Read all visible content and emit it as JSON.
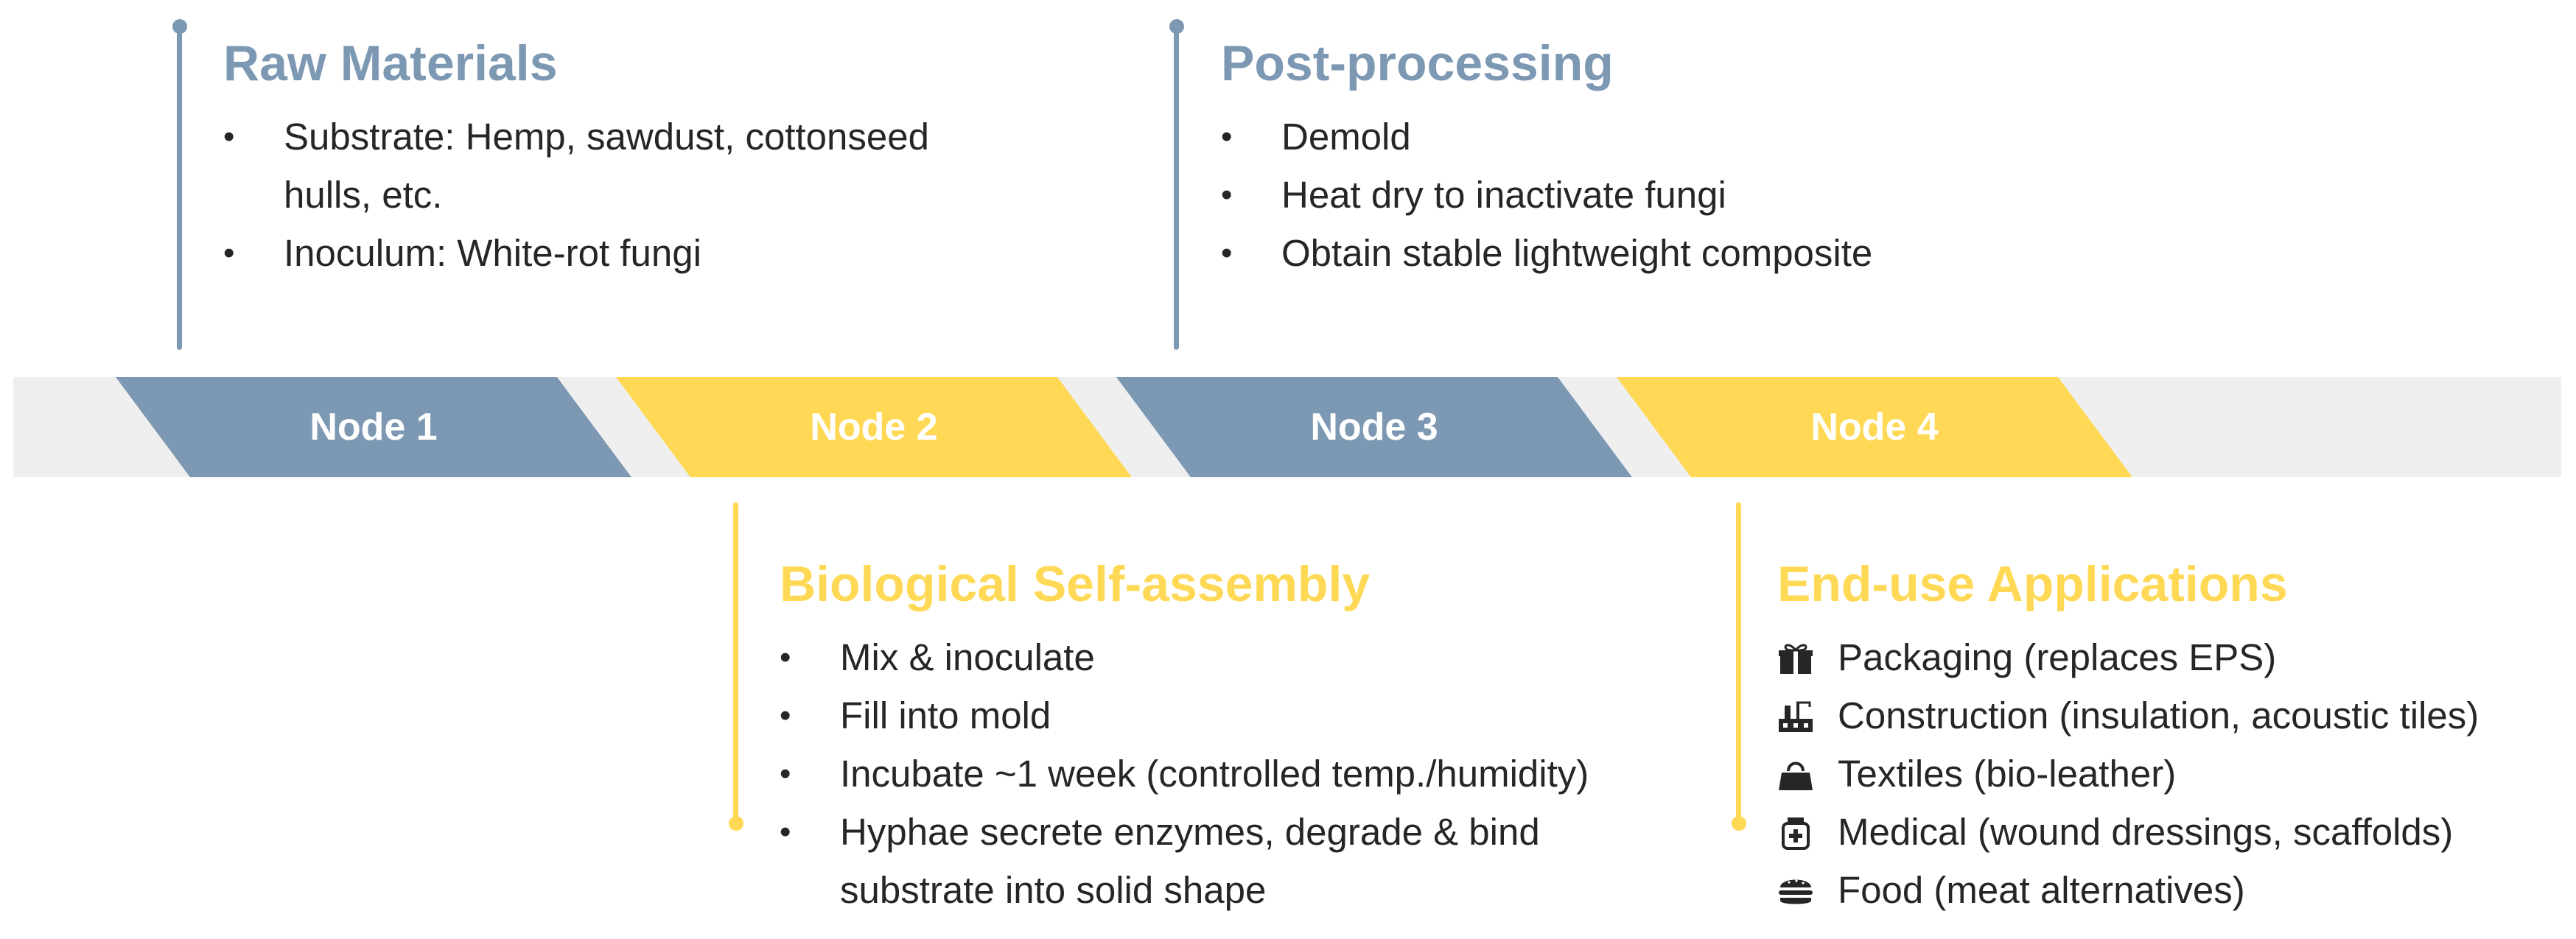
{
  "nodes": [
    {
      "label": "Node 1",
      "color": "#7d98b3"
    },
    {
      "label": "Node 2",
      "color": "#ffd955"
    },
    {
      "label": "Node 3",
      "color": "#7d98b3"
    },
    {
      "label": "Node 4",
      "color": "#ffd955"
    }
  ],
  "raw_materials": {
    "title": "Raw Materials",
    "items": [
      "Substrate: Hemp, sawdust, cottonseed hulls, etc.",
      "Inoculum: White-rot fungi"
    ]
  },
  "post_processing": {
    "title": "Post-processing",
    "items": [
      "Demold",
      "Heat dry to inactivate fungi",
      "Obtain stable lightweight composite"
    ]
  },
  "self_assembly": {
    "title": "Biological Self-assembly",
    "items": [
      "Mix & inoculate",
      "Fill into mold",
      "Incubate ~1 week (controlled temp./humidity)",
      "Hyphae secrete enzymes, degrade & bind substrate into solid shape"
    ]
  },
  "applications": {
    "title": "End-use Applications",
    "items": [
      {
        "icon": "gift-box-icon",
        "label": "Packaging (replaces EPS)"
      },
      {
        "icon": "building-icon",
        "label": "Construction (insulation, acoustic tiles)"
      },
      {
        "icon": "handbag-icon",
        "label": "Textiles (bio-leather)"
      },
      {
        "icon": "medicine-bottle-icon",
        "label": "Medical (wound dressings, scaffolds)"
      },
      {
        "icon": "burger-icon",
        "label": "Food (meat alternatives)"
      }
    ]
  },
  "colors": {
    "blue": "#7d98b3",
    "yellow": "#ffd955",
    "band": "#efefef"
  }
}
